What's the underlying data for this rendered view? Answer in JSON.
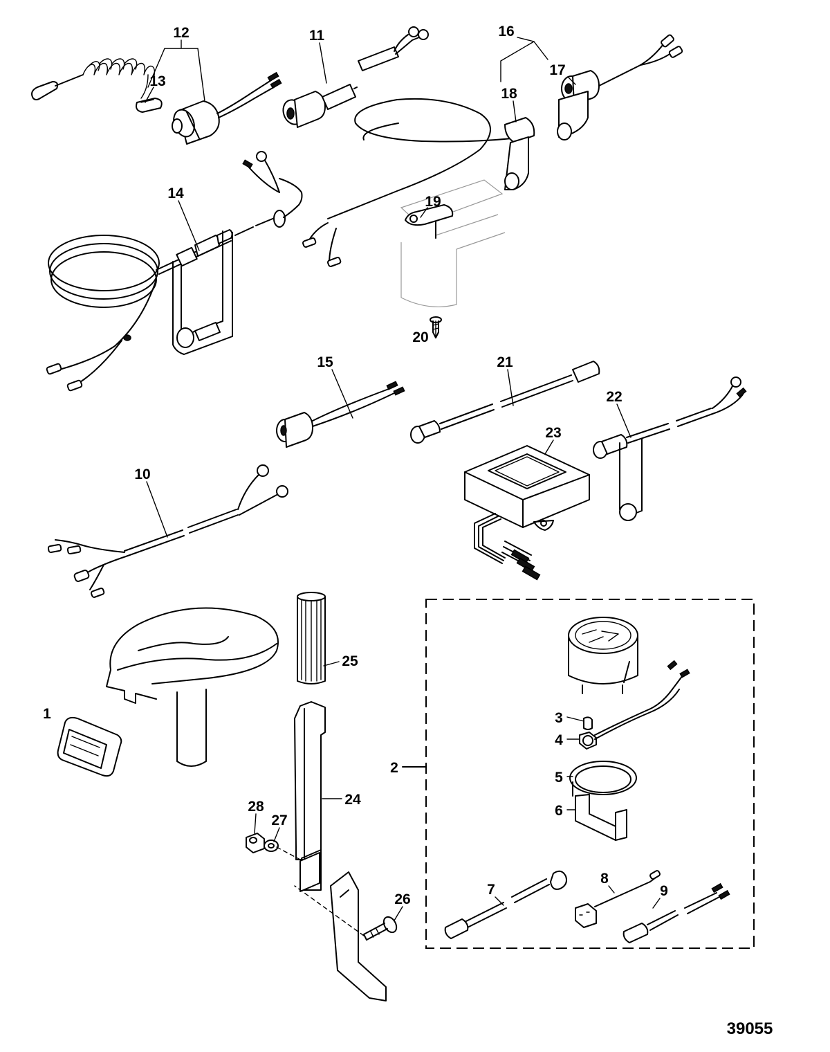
{
  "figure_number": "39055",
  "callouts": {
    "c1": "1",
    "c2": "2",
    "c3": "3",
    "c4": "4",
    "c5": "5",
    "c6": "6",
    "c7": "7",
    "c8": "8",
    "c9": "9",
    "c10": "10",
    "c11": "11",
    "c12": "12",
    "c13": "13",
    "c14": "14",
    "c15": "15",
    "c16": "16",
    "c17": "17",
    "c18": "18",
    "c19": "19",
    "c20": "20",
    "c21": "21",
    "c22": "22",
    "c23": "23",
    "c24": "24",
    "c25": "25",
    "c26": "26",
    "c27": "27",
    "c28": "28"
  }
}
